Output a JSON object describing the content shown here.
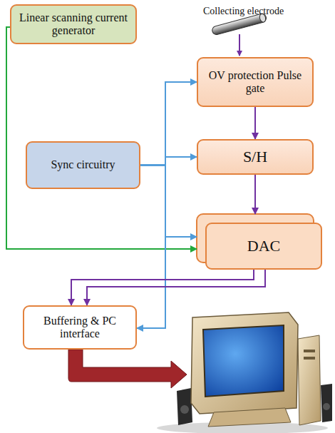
{
  "diagram": {
    "nodes": [
      {
        "text": [
          "Linear scanning current generator"
        ]
      },
      {
        "text": [
          "OV protection Pulse gate"
        ]
      },
      {
        "text": [
          "Sync circuitry"
        ]
      },
      {
        "text": [
          "S/H"
        ]
      },
      {
        "text": [
          "DAC"
        ]
      },
      {
        "text": [
          "Buffering & PC interface"
        ]
      }
    ],
    "edges": [
      {
        "from": 0,
        "to": 4,
        "arrow": "to"
      },
      {
        "from": 1,
        "to": 3,
        "arrow": "to"
      },
      {
        "from": 3,
        "to": 4,
        "arrow": "to"
      },
      {
        "from": 2,
        "to": 1,
        "arrow": "to"
      },
      {
        "from": 2,
        "to": 3,
        "arrow": "to"
      },
      {
        "from": 2,
        "to": 4,
        "arrow": "to"
      },
      {
        "from": 2,
        "to": 5,
        "arrow": "to"
      },
      {
        "from": 4,
        "to": 5,
        "arrow": "to"
      },
      {
        "from": 4,
        "to": 5,
        "arrow": "to"
      }
    ],
    "labels": [
      "Collecting electrode"
    ]
  }
}
